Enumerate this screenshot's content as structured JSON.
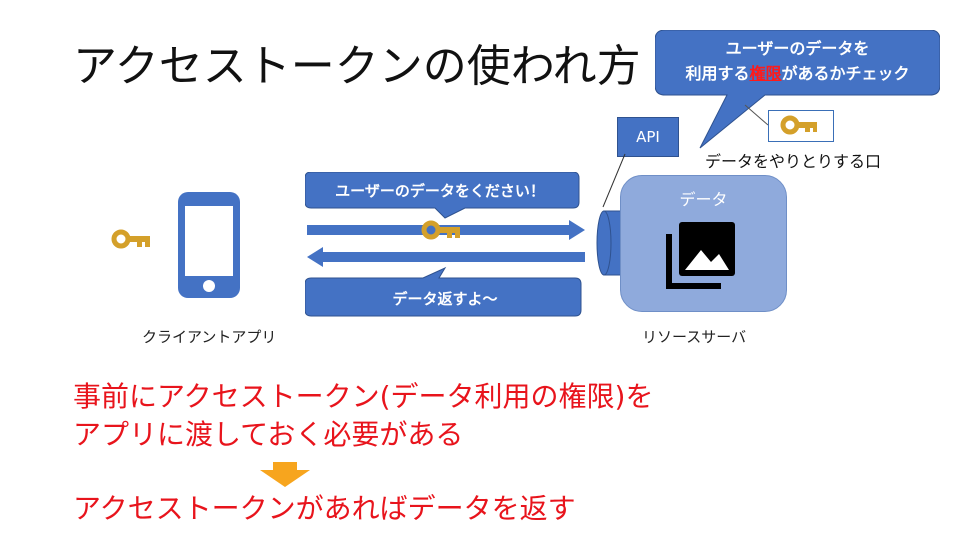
{
  "slide": {
    "title": "アクセストークンの使われ方",
    "callout": {
      "line1": "ユーザーのデータを",
      "line2_prefix": "利用する",
      "line2_keyword": "権限",
      "line2_suffix": "があるかチェック"
    },
    "io_label": "データをやりとりする口",
    "api_label": "API",
    "request_bubble": "ユーザーのデータをください！",
    "response_bubble": "データ返すよ～",
    "server_label": "データ",
    "client_caption": "クライアントアプリ",
    "server_caption": "リソースサーバ",
    "note_line1": "事前にアクセストークン(データ利用の権限)を",
    "note_line2": "アプリに渡しておく必要がある",
    "conclusion": "アクセストークンがあればデータを返す"
  },
  "colors": {
    "primary_blue": "#4472c4",
    "light_blue": "#8faadc",
    "key_gold": "#d4a02a",
    "accent_red": "#e8141c",
    "arrow_orange": "#f7a51e"
  },
  "icons": [
    "key-icon",
    "smartphone-icon",
    "photo-gallery-icon",
    "down-arrow-icon"
  ]
}
